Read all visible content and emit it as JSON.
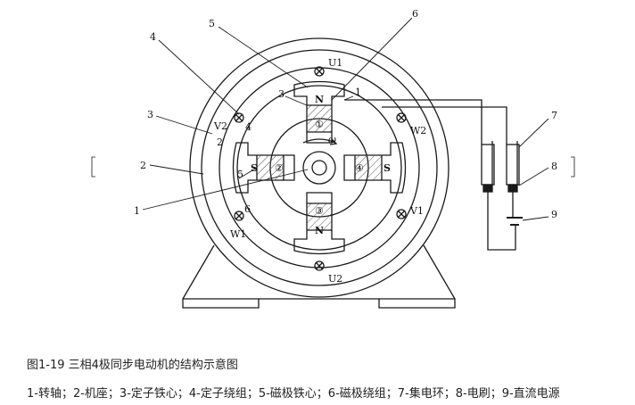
{
  "diagram": {
    "callouts": [
      "1",
      "2",
      "3",
      "4",
      "5",
      "6",
      "7",
      "8",
      "9"
    ],
    "callout_repeats": [
      "3",
      "4",
      "5",
      "6",
      "2",
      "1"
    ],
    "phases": {
      "u1": "U1",
      "u2": "U2",
      "v1": "V1",
      "v2": "V2",
      "w1": "W1",
      "w2": "W2"
    },
    "poles": {
      "north_top": "N",
      "north_bottom": "N",
      "south_left": "S",
      "south_right": "S"
    },
    "pole_numbers": [
      "①",
      "②",
      "③",
      "④"
    ],
    "rotation_symbol": "ω",
    "colors": {
      "line": "#1a1a1a",
      "background": "#ffffff",
      "hatch": "#555555"
    }
  },
  "caption": {
    "title": "图1-19 三相4极同步电动机的结构示意图",
    "legend": "1-转轴；2-机座；3-定子铁心；4-定子绕组；5-磁极铁心；6-磁极绕组；7-集电环；8-电刷；9-直流电源"
  }
}
